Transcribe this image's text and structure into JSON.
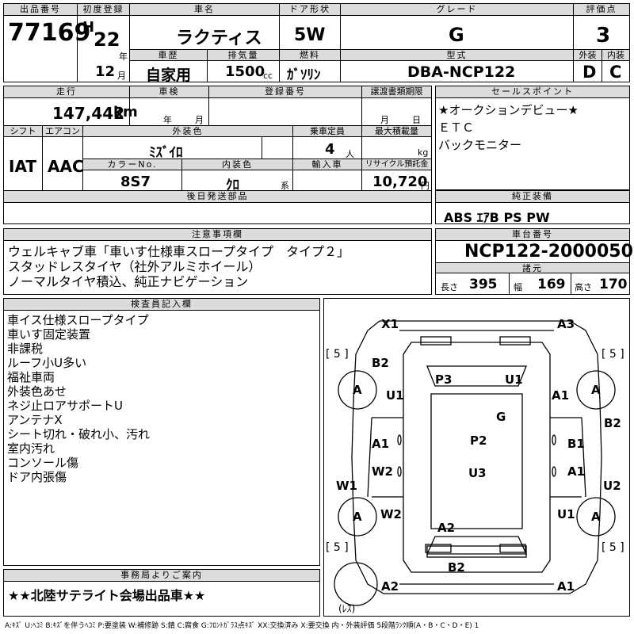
{
  "header": {
    "lot_label": "出品番号",
    "lot_value": "77169",
    "first_reg_label": "初度登録",
    "era": "H",
    "year": "22",
    "year_unit": "年",
    "month": "12",
    "month_unit": "月",
    "car_name_label": "車名",
    "car_name": "ラクティス",
    "history_label": "車歴",
    "history": "自家用",
    "displacement_label": "排気量",
    "displacement": "1500",
    "displacement_unit": "cc",
    "door_label": "ドア形状",
    "door": "5W",
    "fuel_label": "燃料",
    "fuel": "ｶﾞｿﾘﾝ",
    "grade_label": "グレード",
    "grade": "G",
    "model_label": "型式",
    "model": "DBA-NCP122",
    "score_label": "評価点",
    "score": "3",
    "ext_label": "外装",
    "ext": "D",
    "int_label": "内装",
    "int": "C"
  },
  "row2": {
    "mileage_label": "走行",
    "mileage": "147,442",
    "mileage_unit": "km",
    "inspection_label": "車検",
    "year_unit": "年",
    "month_unit": "月",
    "reg_label": "登録番号",
    "transfer_label": "譲渡書類期限",
    "t_month": "月",
    "t_day": "日",
    "shift_label": "シフト",
    "shift": "IAT",
    "ac_label": "エアコン",
    "ac": "AAC",
    "color_label": "外装色",
    "color": "ﾐｽﾞｲﾛ",
    "color_no_label": "カラーNo.",
    "color_no": "8S7",
    "int_color_label": "内装色",
    "int_color": "ｸﾛ",
    "int_color_unit": "系",
    "capacity_label": "乗車定員",
    "capacity": "4",
    "capacity_unit": "人",
    "load_label": "最大積載量",
    "load_unit": "kg",
    "import_label": "輸入車",
    "recycle_label": "リサイクル預託金",
    "recycle": "10,720",
    "recycle_unit": "円",
    "later_label": "後日発送部品"
  },
  "sales_points": {
    "label": "セールスポイント",
    "items": [
      "★オークションデビュー★",
      "ＥＴＣ",
      "バックモニター"
    ]
  },
  "equipment": {
    "label": "純正装備",
    "value": "ABS ｴｱB PS PW"
  },
  "caution": {
    "label": "注意事項欄",
    "lines": [
      "ウェルキャブ車「車いす仕様車スロープタイプ　タイプ２」",
      "スタッドレスタイヤ（社外アルミホイール）",
      "ノーマルタイヤ積込、純正ナビゲーション"
    ]
  },
  "chassis": {
    "label": "車台番号",
    "value": "NCP122-2000050",
    "spec_label": "諸元",
    "length_label": "長さ",
    "length": "395",
    "width_label": "幅",
    "width": "169",
    "height_label": "高さ",
    "height": "170"
  },
  "inspector": {
    "label": "検査員記入欄",
    "lines": [
      "車イス仕様スロープタイプ",
      "車いす固定装置",
      "非課税",
      "ルーフ小U多い",
      "福祉車両",
      "外装色あせ",
      "ネジ止ロアサポートU",
      "アンテナX",
      "シート切れ・破れ小、汚れ",
      "室内汚れ",
      "コンソール傷",
      "ドア内張傷"
    ]
  },
  "office": {
    "label": "事務局よりご案内",
    "value": "★★北陸サテライト会場出品車★★"
  },
  "diagram": {
    "marks": [
      "X1",
      "A3",
      "B2",
      "U1",
      "A1",
      "P3",
      "U1",
      "G",
      "B2",
      "A1",
      "P2",
      "B1",
      "W2",
      "U3",
      "A1",
      "W1",
      "U2",
      "W2",
      "U1",
      "A2",
      "B2",
      "A2",
      "A1",
      "A",
      "A",
      "A",
      "A"
    ],
    "tyre_labels": [
      "[ 5 ]",
      "[ 5 ]",
      "[ 5 ]",
      "[ 5 ]"
    ],
    "spare_label": "(ﾚｽ)"
  },
  "legend": "A:ｷｽﾞ U:ﾍｺﾐ B:ｷｽﾞを伴うﾍｺﾐ P:要塗装 W:補修跡 S:錆 C:腐食 G:ﾌﾛﾝﾄｶﾞﾗｽ点ｷｽﾞ XX:交換済み X:要交換 内・外装評価 5段階ﾗﾝｸ順(A・B・C・D・E) 1"
}
